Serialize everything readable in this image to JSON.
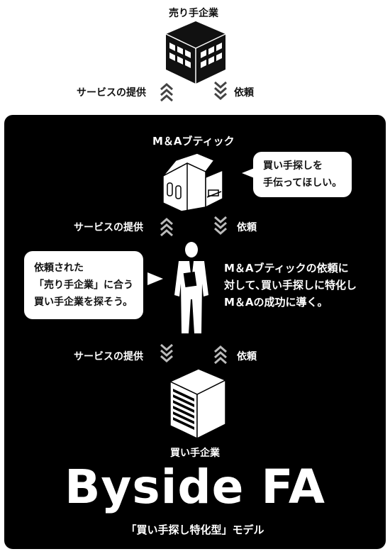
{
  "top": {
    "seller_title": "売り手企業",
    "service_label": "サービスの提供",
    "request_label": "依頼"
  },
  "boutique": {
    "title": "M＆Aブティック",
    "bubble_lines": [
      "買い手探しを",
      "手伝ってほしい。"
    ],
    "service_label": "サービスの提供",
    "request_label": "依頼"
  },
  "advisor": {
    "bubble_lines": [
      "依頼された",
      "「売り手企業」に合う",
      "買い手企業を探そう。"
    ],
    "description_lines": [
      "M＆Aブティックの依頼に",
      "対して､買い手探しに特化し",
      "M＆Aの成功に導く。"
    ]
  },
  "bottom": {
    "service_label": "サービスの提供",
    "request_label": "依頼",
    "buyer_title": "買い手企業"
  },
  "brand": {
    "name": "Byside FA",
    "model_label": "「買い手探し特化型」モデル"
  },
  "colors": {
    "panel": "#000000",
    "chevron_dark": "#444444",
    "chevron_light": "#bbbbbb"
  }
}
